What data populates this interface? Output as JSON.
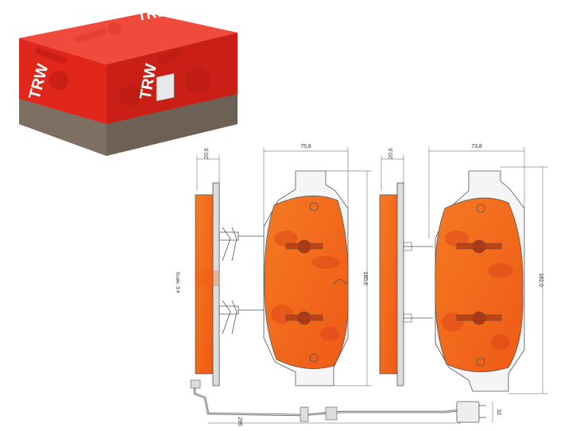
{
  "product": {
    "brand": "TRW",
    "box_colors": {
      "front": "#e1261c",
      "side": "#c91f17",
      "top": "#f04a3c",
      "band": "#7d6f62",
      "band_side": "#6d6156"
    }
  },
  "drawing": {
    "scale_label": "Scale: 3:4",
    "left_pad": {
      "thickness": "20,6",
      "width": "75,8",
      "height": "180,6"
    },
    "right_pad": {
      "thickness": "20,6",
      "width": "73,8",
      "height": "182,0"
    },
    "wire": {
      "length": "295",
      "connector": "32"
    },
    "colors": {
      "pad": "#f26a1b",
      "pad_dark": "#d9401a",
      "outline": "#555555"
    }
  }
}
